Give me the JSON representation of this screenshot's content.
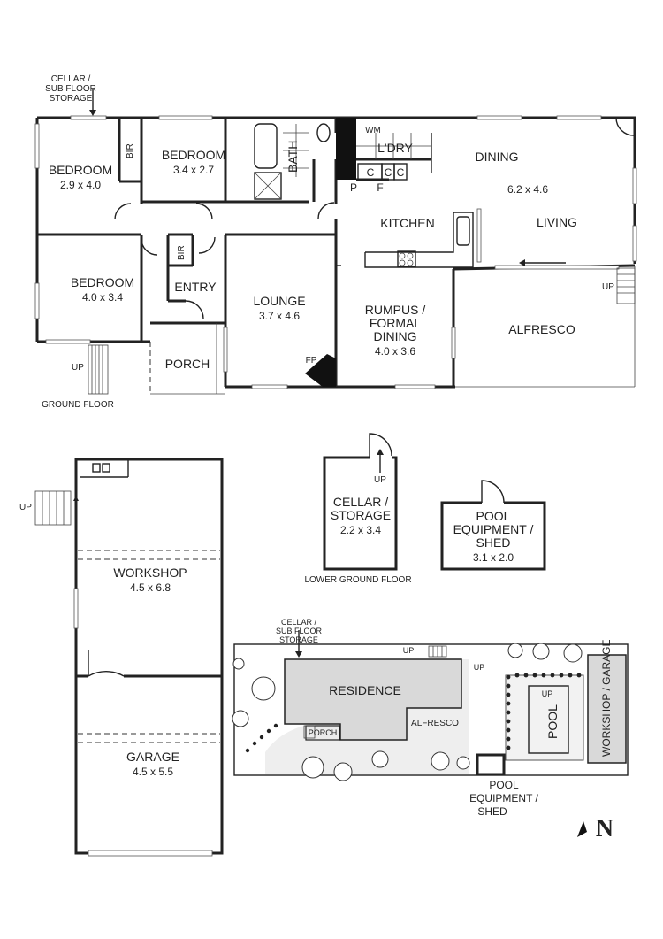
{
  "ground_floor": {
    "label": "GROUND FLOOR",
    "cellar_note": [
      "CELLAR /",
      "SUB FLOOR",
      "STORAGE"
    ],
    "rooms": {
      "bedroom1": {
        "name": "BEDROOM",
        "dim": "2.9 x 4.0"
      },
      "bedroom2": {
        "name": "BEDROOM",
        "dim": "3.4 x 2.7"
      },
      "bedroom3": {
        "name": "BEDROOM",
        "dim": "4.0 x 3.4"
      },
      "bir1": "BIR",
      "bir2": "BIR",
      "bath": "BATH",
      "laundry": "L'DRY",
      "wm": "WM",
      "c1": "C",
      "c2": "C",
      "c3": "C",
      "p": "P",
      "f": "F",
      "kitchen": "KITCHEN",
      "dining": {
        "name": "DINING",
        "dim": "6.2 x 4.6"
      },
      "living": "LIVING",
      "entry": "ENTRY",
      "lounge": {
        "name": "LOUNGE",
        "dim": "3.7 x 4.6"
      },
      "rumpus": {
        "name1": "RUMPUS /",
        "name2": "FORMAL",
        "name3": "DINING",
        "dim": "4.0 x 3.6"
      },
      "fp": "FP",
      "porch": "PORCH",
      "alfresco": "ALFRESCO"
    },
    "up_left": "UP",
    "up_right": "UP"
  },
  "workshop_building": {
    "up": "UP",
    "workshop": {
      "name": "WORKSHOP",
      "dim": "4.5 x 6.8"
    },
    "garage": {
      "name": "GARAGE",
      "dim": "4.5 x 5.5"
    }
  },
  "lower_ground_floor": {
    "label": "LOWER GROUND FLOOR",
    "cellar": {
      "name1": "CELLAR /",
      "name2": "STORAGE",
      "dim": "2.2 x 3.4"
    },
    "up": "UP"
  },
  "pool_shed": {
    "name1": "POOL",
    "name2": "EQUIPMENT /",
    "name3": "SHED",
    "dim": "3.1 x 2.0"
  },
  "site_plan": {
    "cellar_note": [
      "CELLAR /",
      "SUB FLOOR",
      "STORAGE"
    ],
    "residence": "RESIDENCE",
    "alfresco": "ALFRESCO",
    "porch": "PORCH",
    "pool": "POOL",
    "workshop_garage": "WORKSHOP / GARAGE",
    "up1": "UP",
    "up2": "UP",
    "up3": "UP",
    "shed_label": [
      "POOL",
      "EQUIPMENT /",
      "SHED"
    ]
  },
  "compass": "N"
}
